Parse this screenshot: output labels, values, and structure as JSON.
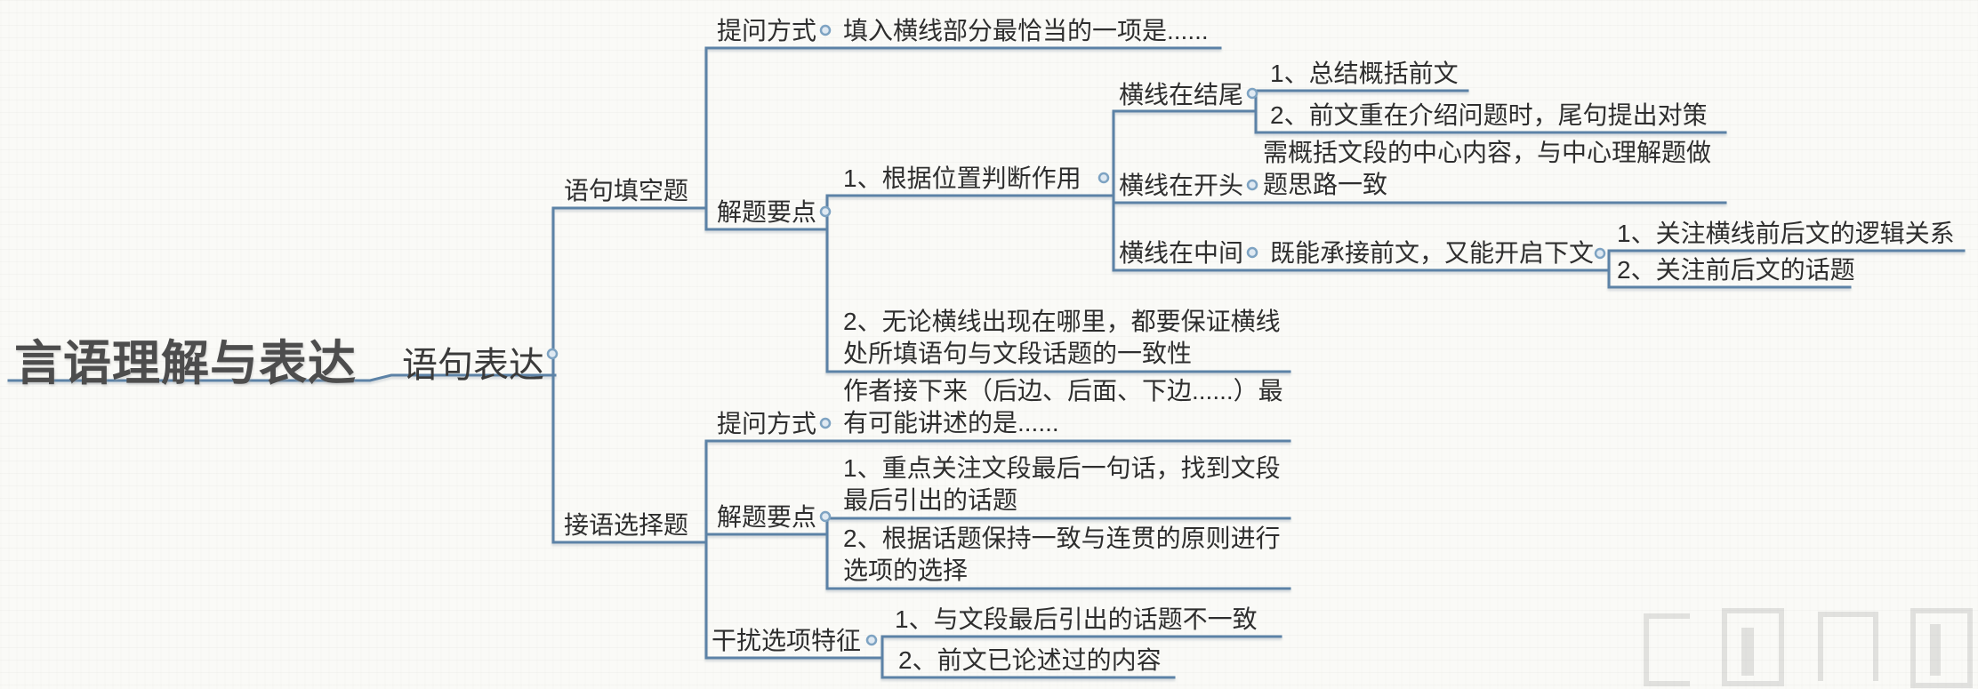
{
  "colors": {
    "line": "#5c82a6",
    "text": "#2e2e2e",
    "root_text": "#4d4d4d",
    "dot_fill": "#dfe9f2",
    "dot_ring": "#7ea3c2"
  },
  "map": {
    "root": "言语理解与表达",
    "statement": "语句表达",
    "fill_blank": {
      "label": "语句填空题",
      "question_type": {
        "label": "提问方式",
        "content": "填入横线部分最恰当的一项是......"
      },
      "key_points": {
        "label": "解题要点",
        "point1": {
          "label": "1、根据位置判断作用",
          "line_end": {
            "label": "横线在结尾",
            "item1": "1、总结概括前文",
            "item2": "2、前文重在介绍问题时，尾句提出对策"
          },
          "line_start": {
            "label": "横线在开头",
            "content": "需概括文段的中心内容，与中心理解题做题思路一致"
          },
          "line_middle": {
            "label": "横线在中间",
            "content": "既能承接前文，又能开启下文",
            "item1": "1、关注横线前后文的逻辑关系",
            "item2": "2、关注前后文的话题"
          }
        },
        "point2": "2、无论横线出现在哪里，都要保证横线处所填语句与文段话题的一致性"
      }
    },
    "continuation": {
      "label": "接语选择题",
      "question_type": {
        "label": "提问方式",
        "content": "作者接下来（后边、后面、下边......）最有可能讲述的是......"
      },
      "key_points": {
        "label": "解题要点",
        "point1": "1、重点关注文段最后一句话，找到文段最后引出的话题",
        "point2": "2、根据话题保持一致与连贯的原则进行选项的选择"
      },
      "distractors": {
        "label": "干扰选项特征",
        "item1": "1、与文段最后引出的话题不一致",
        "item2": "2、前文已论述过的内容"
      }
    }
  }
}
